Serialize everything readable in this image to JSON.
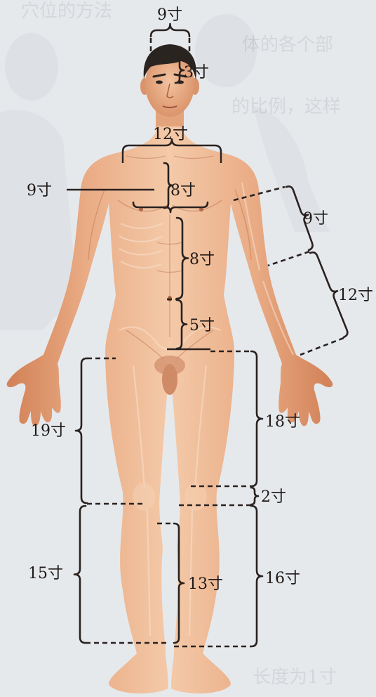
{
  "background_text": [
    "穴位的方法",
    "体的各个部",
    "的比例，这样",
    "长度为1寸"
  ],
  "labels": {
    "head_width": "9寸",
    "forehead": "3寸",
    "shoulder": "12寸",
    "nipple": "9寸",
    "chest": "8寸",
    "upper_arm": "9寸",
    "upper_abdomen": "8寸",
    "forearm": "12寸",
    "lower_abdomen": "5寸",
    "thigh_inner": "19寸",
    "thigh_outer": "18寸",
    "knee": "2寸",
    "calf_left": "15寸",
    "calf_inner": "13寸",
    "calf_right": "16寸"
  },
  "colors": {
    "background": "#e6e9ec",
    "skin_light": "#f3c9a8",
    "skin_dark": "#d88a60",
    "hair": "#2a2421",
    "ink": "#2a2220"
  }
}
